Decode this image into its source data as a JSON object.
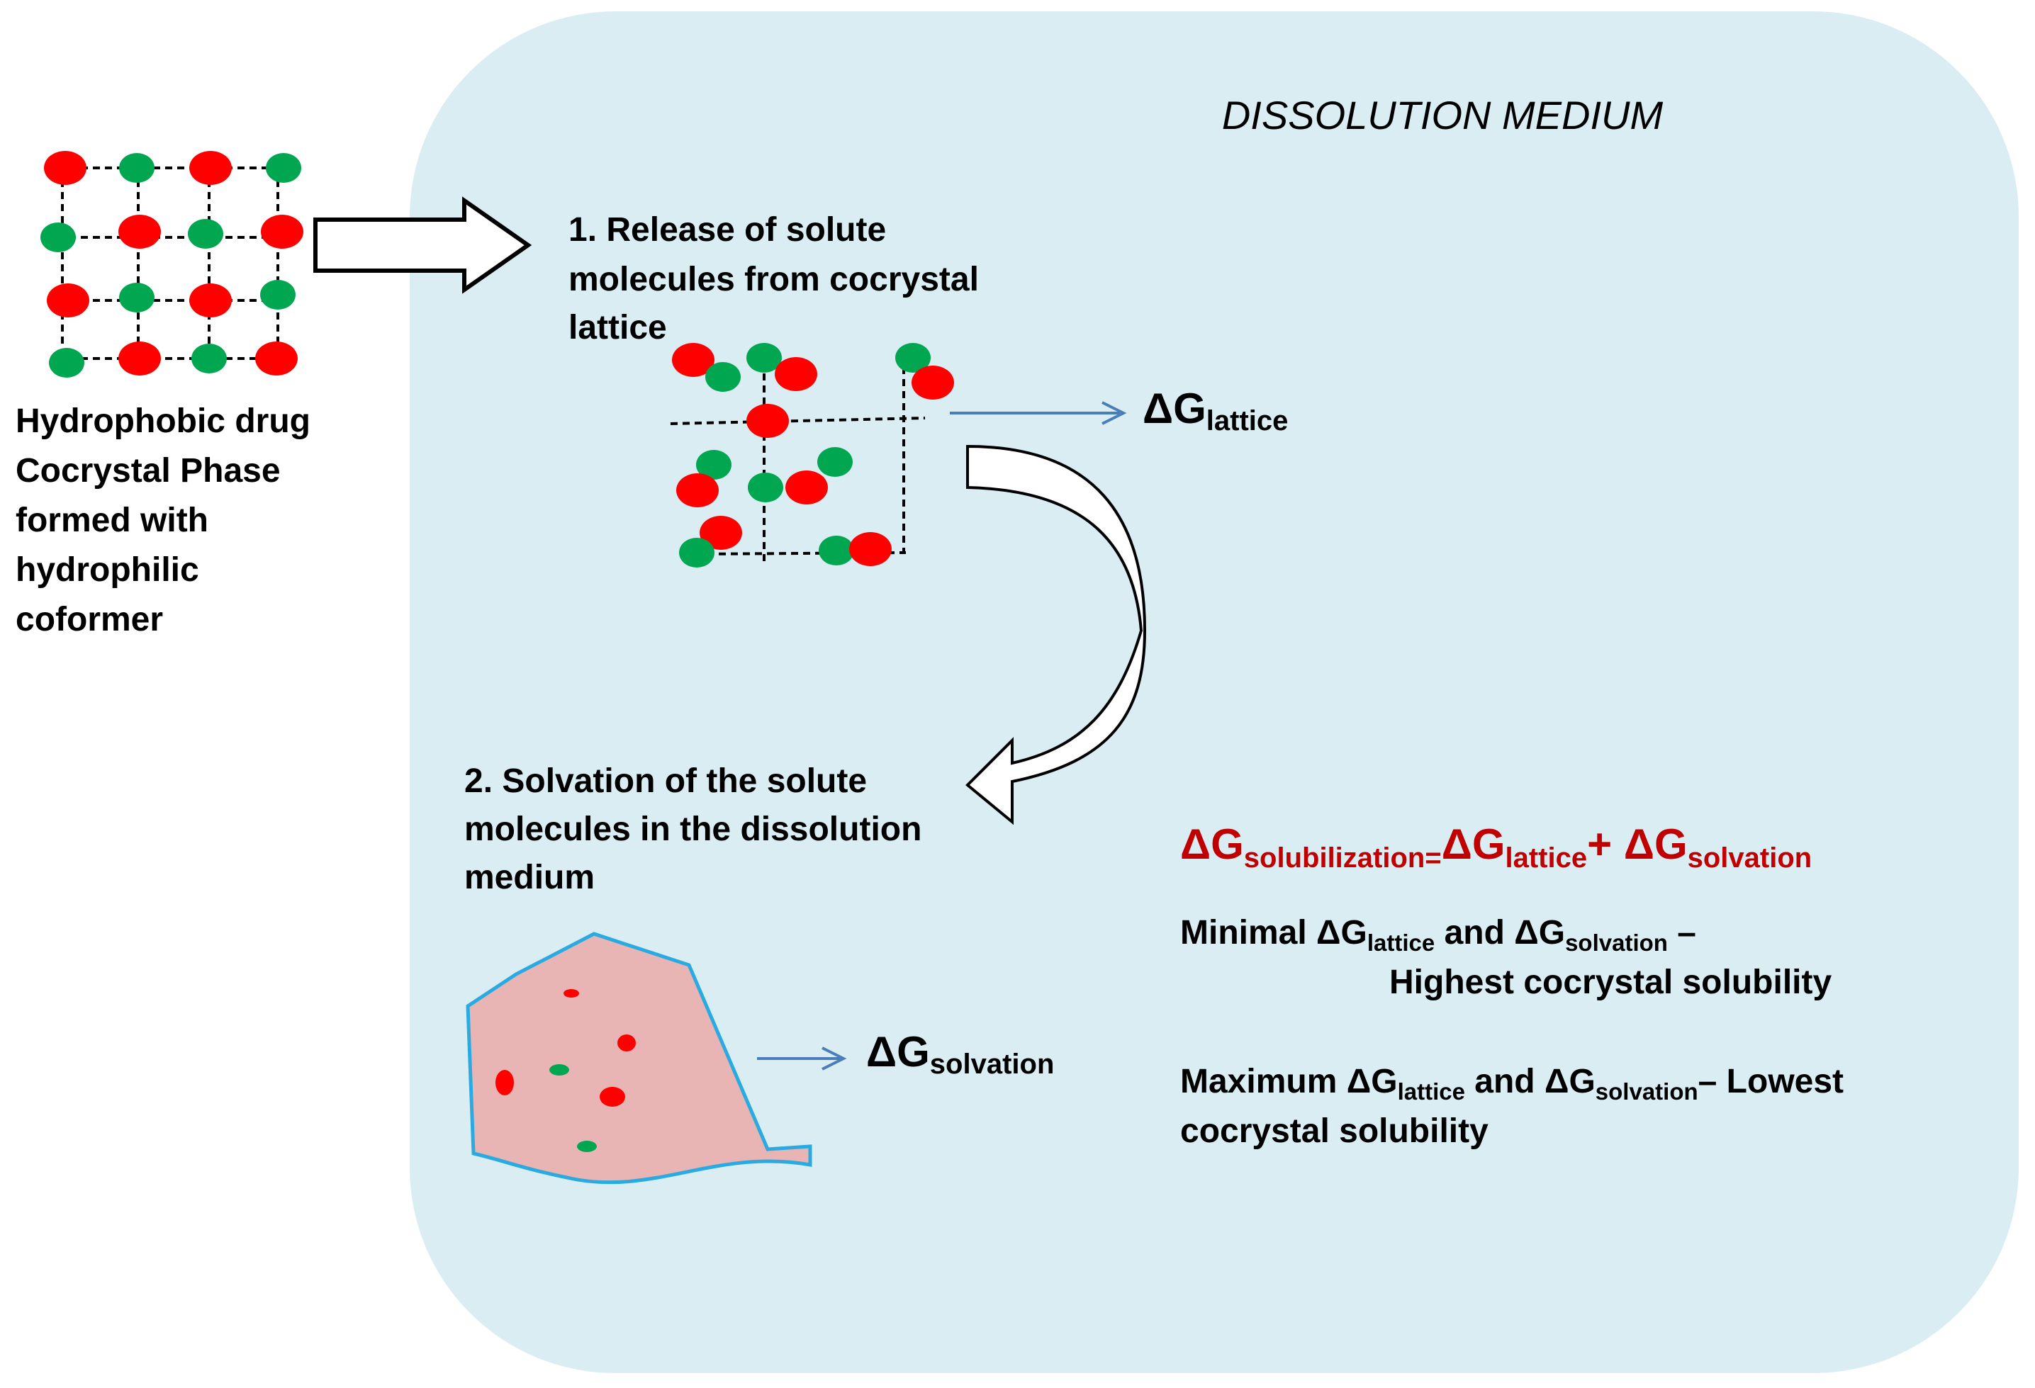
{
  "colors": {
    "background": "#ffffff",
    "medium_panel": "#daedf3",
    "red_molecule": "#ff0000",
    "green_molecule": "#00a650",
    "solution_fill": "#e8b4b4",
    "solution_outline": "#29abe2",
    "connector_arrow": "#4a7ebb",
    "formula_red": "#c00000"
  },
  "icons": {
    "big_arrow": "hollow-right-arrow",
    "curved_arrow": "curved-down-arrow",
    "small_arrows": "thin-right-arrow"
  },
  "medium_title": "DISSOLUTION MEDIUM",
  "cocrystal_caption": [
    "Hydrophobic drug",
    "Cocrystal Phase",
    "formed with",
    "hydrophilic",
    "coformer"
  ],
  "step1": {
    "lines": [
      "1. Release of solute",
      "molecules from cocrystal",
      "lattice"
    ],
    "delta": "ΔG",
    "delta_sub": "lattice"
  },
  "step2": {
    "lines": [
      "2. Solvation of the solute",
      "molecules in the dissolution",
      "medium"
    ],
    "delta": "ΔG",
    "delta_sub": "solvation"
  },
  "equation": {
    "lhs": "ΔG",
    "lhs_sub": "solubilization",
    "eq": "=",
    "t1": "ΔG",
    "t1_sub": "lattice",
    "plus": "+ ",
    "t2": "ΔG",
    "t2_sub": "solvation"
  },
  "minimal": {
    "a": "Minimal ΔG",
    "a_sub": "lattice",
    "b": " and ΔG",
    "b_sub": "solvation",
    "c": " –",
    "line2": "Highest  cocrystal solubility"
  },
  "maximum": {
    "a": "Maximum ΔG",
    "a_sub": "lattice",
    "b": " and ΔG",
    "b_sub": "solvation",
    "c": "– Lowest",
    "line2": "cocrystal solubility"
  }
}
